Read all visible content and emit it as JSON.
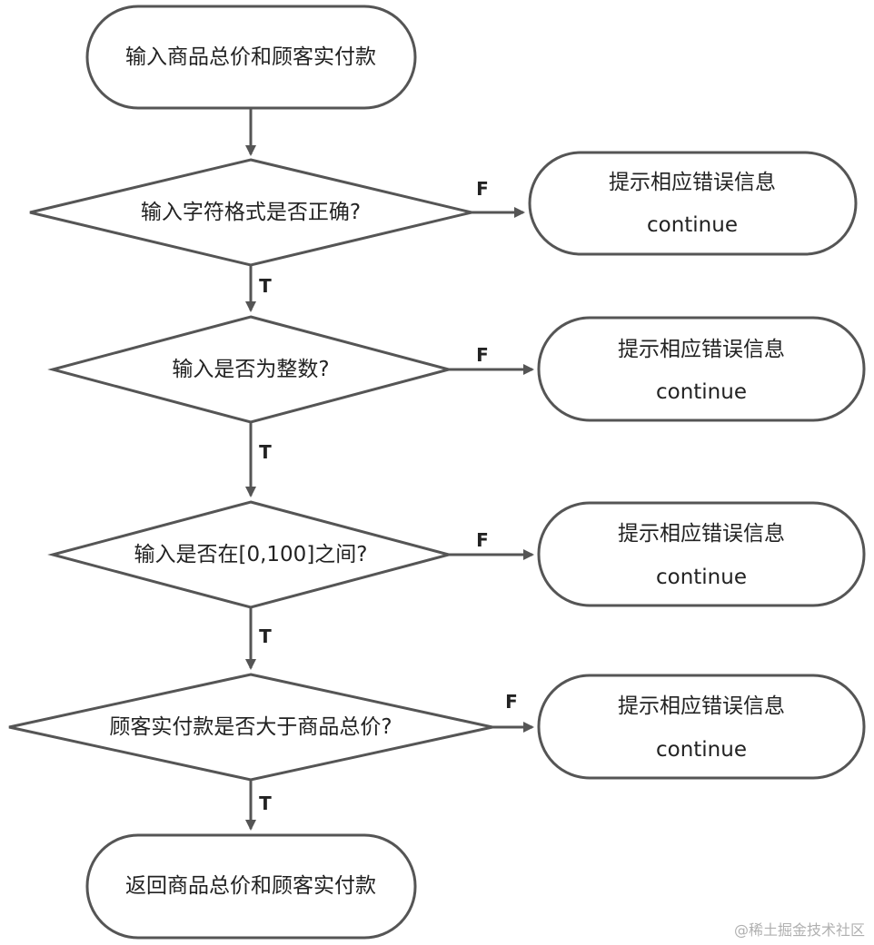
{
  "diagram": {
    "start": {
      "label": "输入商品总价和顾客实付款"
    },
    "decisions": [
      {
        "label": "输入字符格式是否正确?"
      },
      {
        "label": "输入是否为整数?"
      },
      {
        "label": "输入是否在[0,100]之间?"
      },
      {
        "label": "顾客实付款是否大于商品总价?"
      }
    ],
    "errors": [
      {
        "line1": "提示相应错误信息",
        "line2": "continue"
      },
      {
        "line1": "提示相应错误信息",
        "line2": "continue"
      },
      {
        "line1": "提示相应错误信息",
        "line2": "continue"
      },
      {
        "line1": "提示相应错误信息",
        "line2": "continue"
      }
    ],
    "end": {
      "label": "返回商品总价和顾客实付款"
    },
    "edge_labels": {
      "true": "T",
      "false": "F"
    }
  },
  "watermark": "@稀土掘金技术社区",
  "colors": {
    "stroke": "#555555",
    "fill": "#ffffff",
    "text": "#222222",
    "watermark": "#b0b0b0"
  }
}
